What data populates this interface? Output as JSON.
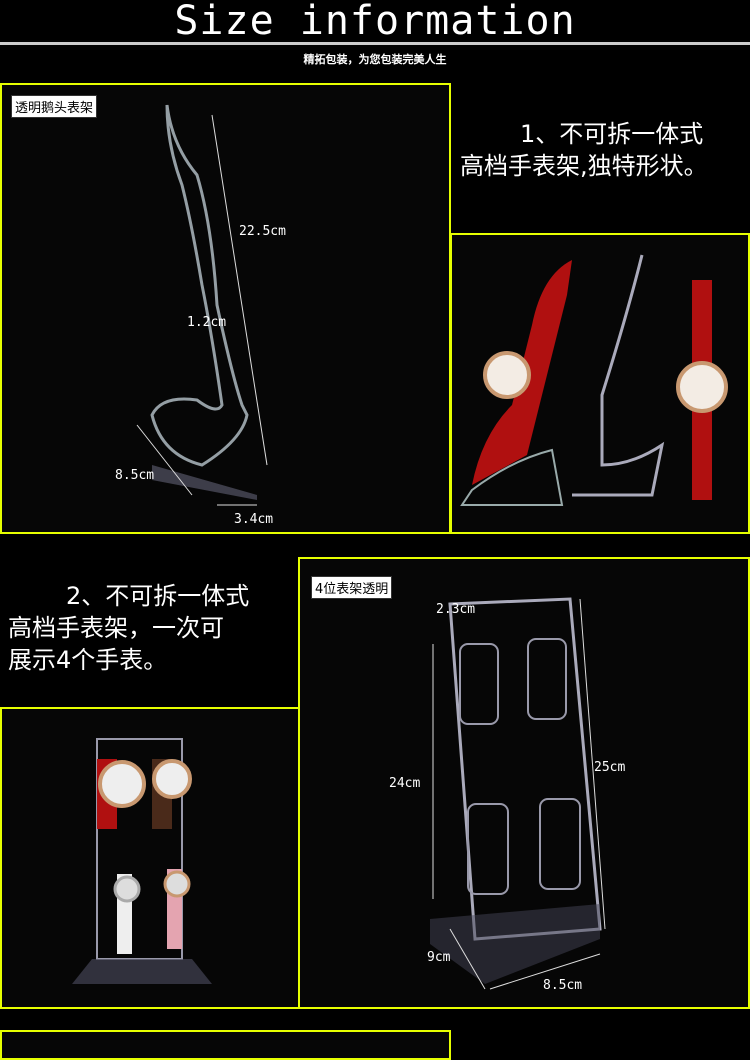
{
  "header": {
    "title": "Size information",
    "subtitle": "精拓包装，为您包装完美人生"
  },
  "accent_color": "#e6ff00",
  "section1": {
    "tag": "透明鹅头表架",
    "dims": {
      "height": "22.5cm",
      "width": "1.2cm",
      "depth": "8.5cm",
      "base": "3.4cm"
    },
    "desc": [
      "1、不可拆一体式",
      "高档手表架,独特形状。"
    ]
  },
  "section2": {
    "tag": "4位表架透明",
    "dims": {
      "slot": "2.3cm",
      "inner": "24cm",
      "outer": "25cm",
      "depth": "9cm",
      "width": "8.5cm"
    },
    "desc": [
      "2、不可拆一体式",
      "高档手表架，一次可",
      "展示4个手表。"
    ]
  }
}
